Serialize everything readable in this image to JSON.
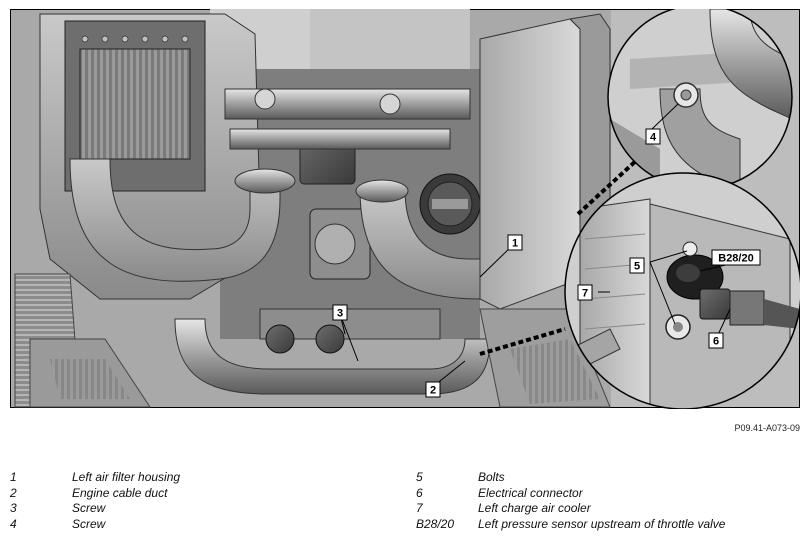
{
  "figure_ref": "P09.41-A073-09",
  "callouts": {
    "c1": "1",
    "c2": "2",
    "c3": "3",
    "c4": "4",
    "c5": "5",
    "c6": "6",
    "c7": "7",
    "c_b2820": "B28/20"
  },
  "legend_left": [
    {
      "num": "1",
      "text": "Left air filter housing"
    },
    {
      "num": "2",
      "text": "Engine cable duct"
    },
    {
      "num": "3",
      "text": "Screw"
    },
    {
      "num": "4",
      "text": "Screw"
    }
  ],
  "legend_right": [
    {
      "num": "5",
      "text": "Bolts"
    },
    {
      "num": "6",
      "text": "Electrical connector"
    },
    {
      "num": "7",
      "text": "Left charge air cooler"
    },
    {
      "num": "B28/20",
      "text": "Left pressure sensor upstream of throttle valve"
    }
  ]
}
